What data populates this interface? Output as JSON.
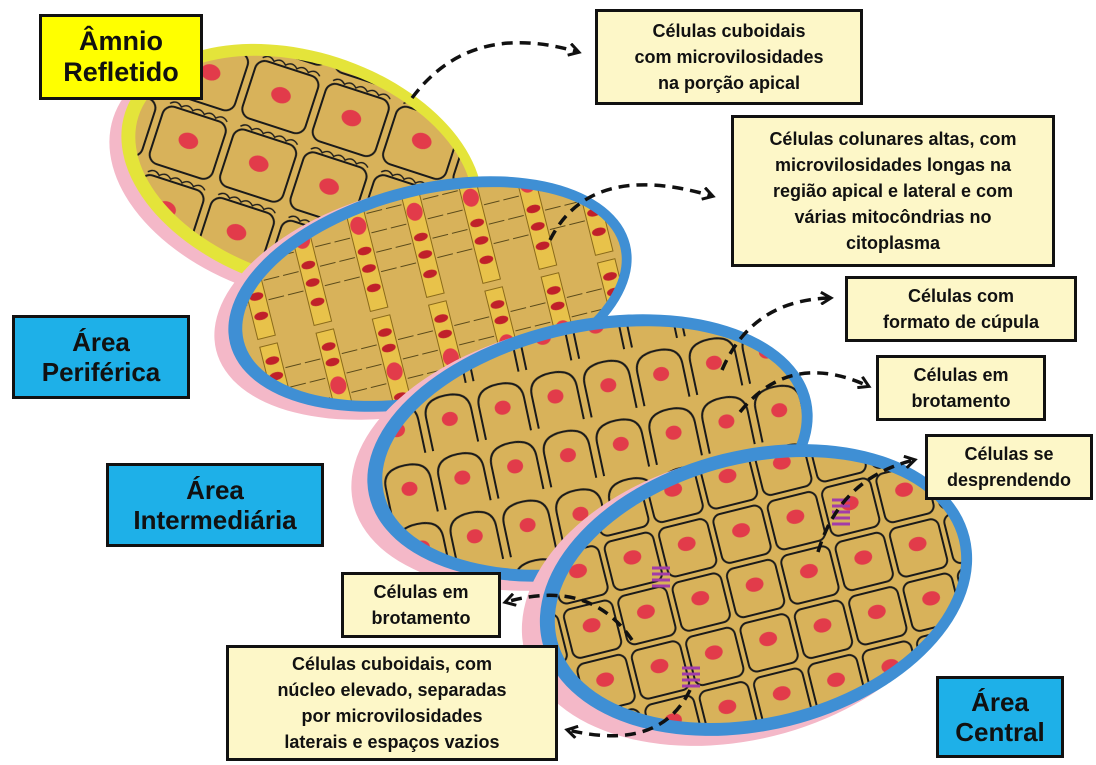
{
  "regions": {
    "amnio_refletido": [
      "Âmnio",
      "Refletido"
    ],
    "area_periferica": [
      "Área",
      "Periférica"
    ],
    "area_intermediaria": [
      "Área",
      "Intermediária"
    ],
    "area_central": [
      "Área",
      "Central"
    ]
  },
  "callouts": {
    "cuboidais_microvilos": [
      "Células cuboidais",
      "com microvilosidades",
      "na porção apical"
    ],
    "colunares_altas": [
      "Células colunares altas, com",
      "microvilosidades longas na",
      "região apical e lateral e com",
      "várias mitocôndrias no",
      "citoplasma"
    ],
    "formato_cupula": [
      "Células com",
      "formato de cúpula"
    ],
    "brotamento_direita": [
      "Células em",
      "brotamento"
    ],
    "desprendendo": [
      "Células se",
      "desprendendo"
    ],
    "brotamento_esquerda": [
      "Células em",
      "brotamento"
    ],
    "cuboidais_nucleo": [
      "Células cuboidais, com",
      "núcleo elevado, separadas",
      "por microvilosidades",
      "laterais e espaços vazios"
    ]
  },
  "colors": {
    "region_blue": "#1eb0e8",
    "region_yellow": "#ffff00",
    "callout_fill": "#fdf7c8",
    "cell_fill": "#d8b25a",
    "nucleus": "#e23b4a",
    "disc_rim_pink": "#f4b8c8",
    "rim_yellow": "#e4e43a",
    "rim_blue": "#3f8fd4",
    "microvilli_purple": "#a23ca8"
  }
}
